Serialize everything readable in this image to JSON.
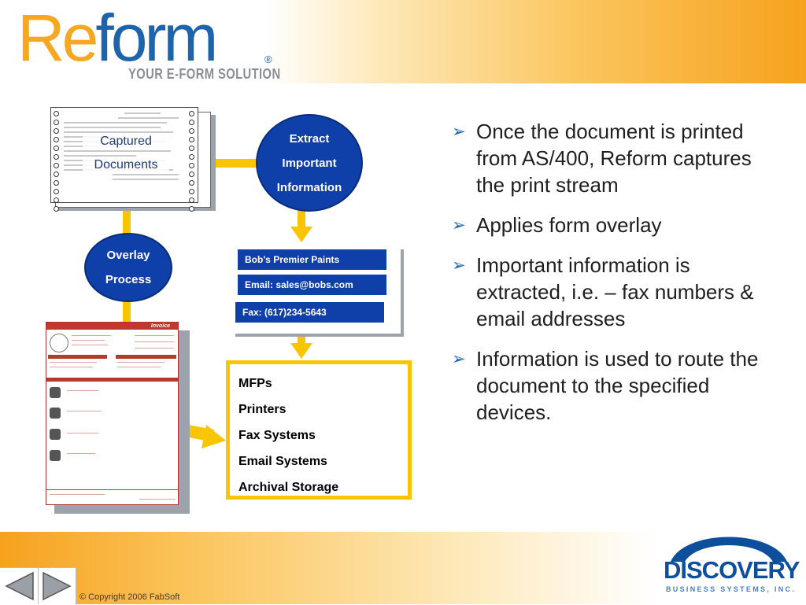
{
  "header": {
    "logo_part1": "Re",
    "logo_part2": "form",
    "logo_registered": "®",
    "tagline": "YOUR E-FORM SOLUTION"
  },
  "diagram": {
    "captured": {
      "line1": "Captured",
      "line2": "Documents"
    },
    "extract": {
      "line1": "Extract",
      "line2": "Important",
      "line3": "Information"
    },
    "overlay": {
      "line1": "Overlay",
      "line2": "Process"
    },
    "fields": [
      "Bob's Premier Paints",
      "Email: sales@bobs.com",
      "Fax: (617)234-5643"
    ],
    "devices": [
      "MFPs",
      "Printers",
      "Fax Systems",
      "Email Systems",
      "Archival Storage"
    ],
    "invoice_title": "Invoice"
  },
  "bullets": [
    "Once the document is printed from AS/400, Reform captures the print stream",
    "Applies form overlay",
    "Important information is extracted, i.e. – fax numbers & email addresses",
    "Information is used to route the document to the specified devices."
  ],
  "footer": {
    "copyright": "© Copyright 2006 FabSoft",
    "brand_name": "DISCOVERY",
    "brand_sub": "BUSINESS SYSTEMS, INC."
  },
  "colors": {
    "accent": "#f9c400",
    "brand_blue": "#0f3fa8",
    "brand_orange": "#f7a823"
  }
}
